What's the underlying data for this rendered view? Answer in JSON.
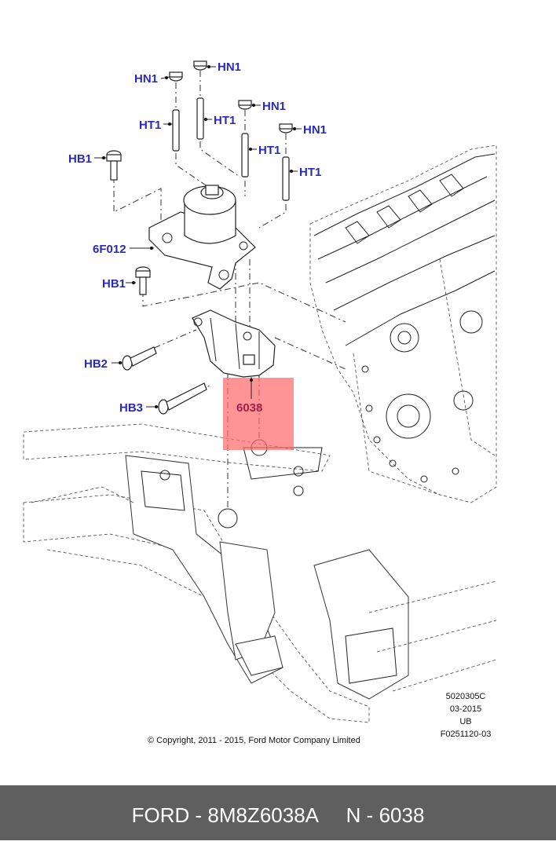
{
  "callouts": {
    "hn1_a": "HN1",
    "hn1_b": "HN1",
    "hn1_c": "HN1",
    "hn1_d": "HN1",
    "ht1_a": "HT1",
    "ht1_b": "HT1",
    "ht1_c": "HT1",
    "ht1_d": "HT1",
    "hb1_a": "HB1",
    "hb1_b": "HB1",
    "part_6f012": "6F012",
    "hb2": "HB2",
    "hb3": "HB3",
    "part_6038": "6038"
  },
  "highlight_color": "#ff6b6b",
  "callout_color": "#2b2bb0",
  "ref_block": {
    "line1": "5020305C",
    "line2": "03-2015",
    "line3": "UB",
    "line4": "F0251120-03"
  },
  "copyright": "© Copyright, 2011 - 2015, Ford Motor Company Limited",
  "footer": {
    "brand": "FORD",
    "part_number": "8M8Z6038A",
    "ref": "N - 6038",
    "text": "FORD - 8M8Z6038A     N - 6038"
  }
}
